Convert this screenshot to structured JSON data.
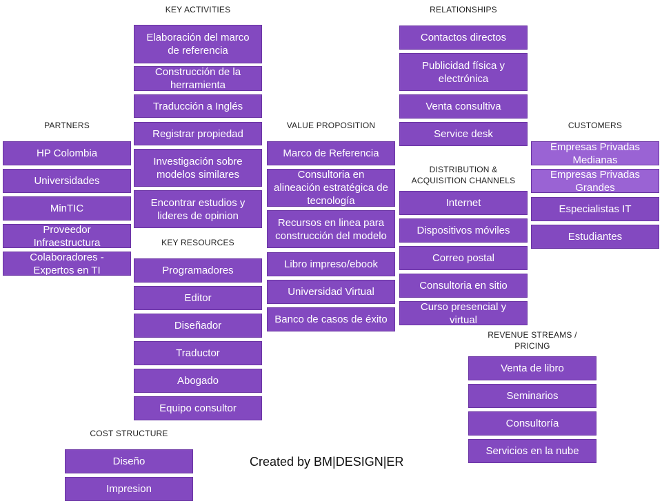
{
  "sections": {
    "key_activities": "KEY ACTIVITIES",
    "relationships": "RELATIONSHIPS",
    "partners": "PARTNERS",
    "value_proposition": "VALUE PROPOSITION",
    "customers": "CUSTOMERS",
    "distribution": "DISTRIBUTION  &\nACQUISITION  CHANNELS",
    "key_resources": "KEY RESOURCES",
    "revenue": "REVENUE  STREAMS  /\nPRICING",
    "cost": "COST  STRUCTURE"
  },
  "key_activities": [
    "Elaboración del marco de referencia",
    "Construcción de la herramienta",
    "Traducción a Inglés",
    "Registrar propiedad",
    "Investigación sobre modelos similares",
    "Encontrar estudios y lideres de opinion"
  ],
  "relationships": [
    "Contactos directos",
    "Publicidad física y electrónica",
    "Venta consultiva",
    "Service desk"
  ],
  "partners": [
    "HP Colombia",
    "Universidades",
    "MinTIC",
    "Proveedor Infraestructura",
    "Colaboradores - Expertos en TI"
  ],
  "value_proposition": [
    "Marco de Referencia",
    "Consultoria en alineación estratégica de tecnología",
    "Recursos en linea para construcción del modelo",
    "Libro impreso/ebook",
    "Universidad Virtual",
    "Banco de casos de éxito"
  ],
  "customers": [
    "Empresas Privadas Medianas",
    "Empresas Privadas Grandes",
    "Especialistas IT",
    "Estudiantes"
  ],
  "distribution": [
    "Internet",
    "Dispositivos móviles",
    "Correo postal",
    "Consultoria en sitio",
    "Curso presencial y virtual"
  ],
  "key_resources": [
    "Programadores",
    "Editor",
    "Diseñador",
    "Traductor",
    "Abogado",
    "Equipo consultor"
  ],
  "revenue": [
    "Venta de libro",
    "Seminarios",
    "Consultoría",
    "Servicios en la nube"
  ],
  "cost": [
    "Diseño",
    "Impresion"
  ],
  "credit": "Created by BM|DESIGN|ER",
  "colors": {
    "card": "#8349c0",
    "card_light": "#9a63d4",
    "text": "#ffffff"
  }
}
